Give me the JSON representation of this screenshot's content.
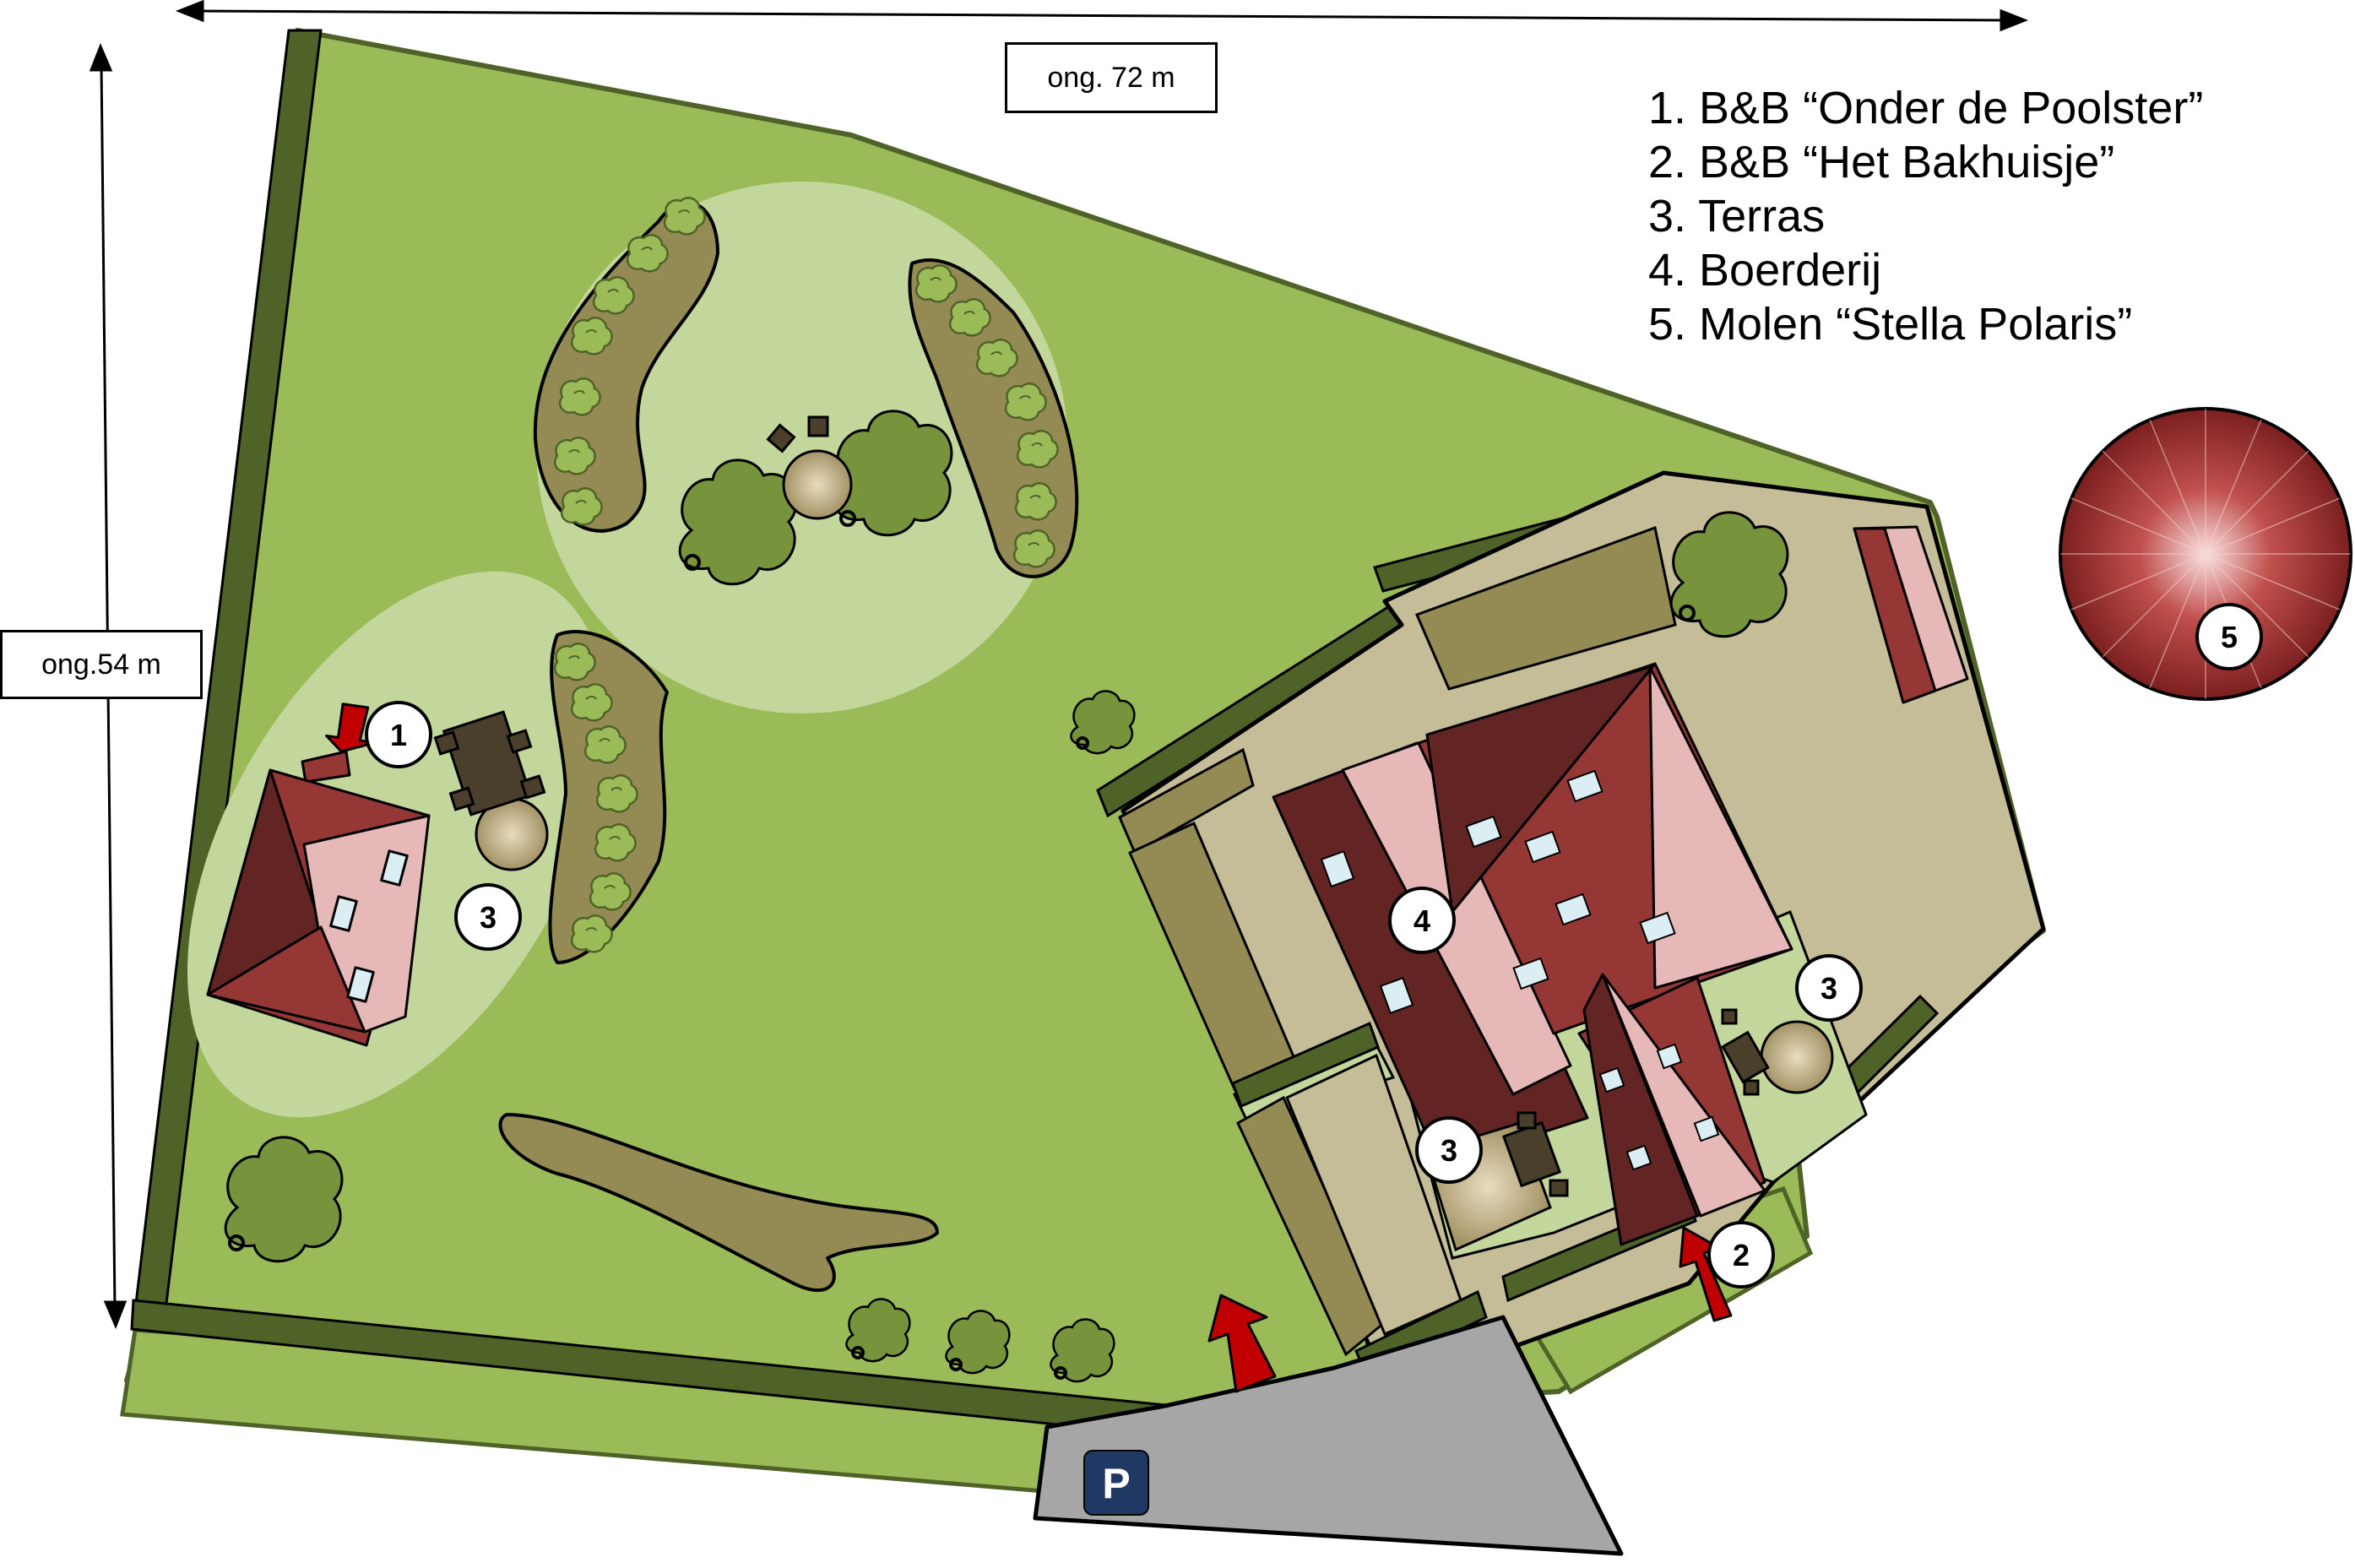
{
  "dimensions": {
    "width_label": "ong. 72 m",
    "height_label": "ong.54 m"
  },
  "legend": {
    "items": [
      {
        "number": "1",
        "text": "1. B&B “Onder de Poolster”"
      },
      {
        "number": "2",
        "text": "2. B&B “Het Bakhuisje”"
      },
      {
        "number": "3",
        "text": "3. Terras"
      },
      {
        "number": "4",
        "text": "4. Boerderij"
      },
      {
        "number": "5",
        "text": "5. Molen “Stella Polaris”"
      }
    ]
  },
  "markers": {
    "bnb1": "1",
    "bnb2": "2",
    "terras_a": "3",
    "terras_b": "3",
    "terras_c": "3",
    "farm": "4",
    "mill": "5"
  },
  "parking": {
    "label": "P"
  },
  "colors": {
    "lawn": "#9bbb59",
    "hedge": "#4f6228",
    "garden_clearing": "#c3d69b",
    "flowerbed": "#948a54",
    "yard": "#c4bd97",
    "roof_dark": "#632523",
    "roof_mid": "#953735",
    "wall_pink": "#e6b9b8",
    "tree": "#77933c",
    "parking": "#a6a6a6",
    "parking_sign": "#1f3864",
    "arrow": "#c00000",
    "mill": "#8b2d2d"
  }
}
